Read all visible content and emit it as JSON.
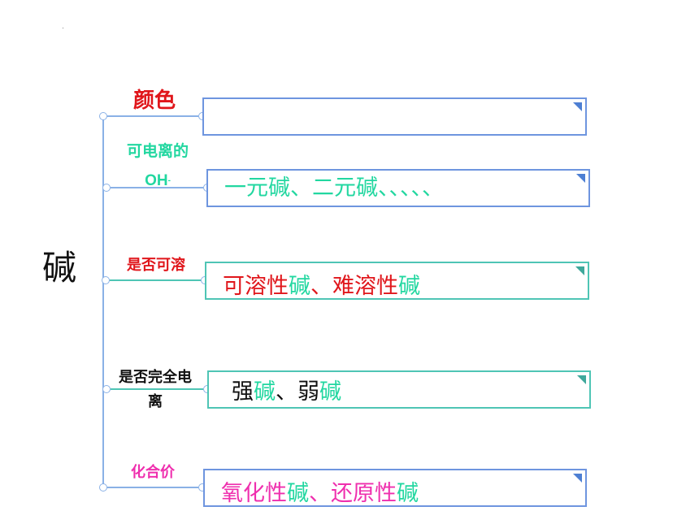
{
  "root": {
    "label": "碱"
  },
  "branches": [
    {
      "label": "颜色",
      "label_color": "#e0161b",
      "box_text": []
    },
    {
      "label_lines": [
        "可电离的",
        "OH"
      ],
      "label_sup": "-",
      "label_color": "#22d7a0",
      "box_text": [
        {
          "text": "一元碱、二元碱、、、、、",
          "color": "#22d7a0"
        }
      ]
    },
    {
      "label": "是否可溶",
      "label_color": "#e0161b",
      "box_text": [
        {
          "text": "可溶性",
          "color": "#e0161b"
        },
        {
          "text": "碱",
          "color": "#22d7a0"
        },
        {
          "text": "、难溶性",
          "color": "#e0161b"
        },
        {
          "text": "碱",
          "color": "#22d7a0"
        }
      ]
    },
    {
      "label_lines": [
        "是否完全电",
        "离"
      ],
      "label_color": "#111111",
      "box_text": [
        {
          "text": "强",
          "color": "#111111"
        },
        {
          "text": "碱",
          "color": "#22d7a0"
        },
        {
          "text": "、弱",
          "color": "#111111"
        },
        {
          "text": "碱",
          "color": "#22d7a0"
        }
      ]
    },
    {
      "label": "化合价",
      "label_color": "#ef2fae",
      "box_text": [
        {
          "text": "氧化性",
          "color": "#ef2fae"
        },
        {
          "text": "碱",
          "color": "#22d7a0"
        },
        {
          "text": "、还原性",
          "color": "#ef2fae"
        },
        {
          "text": "碱",
          "color": "#22d7a0"
        }
      ]
    }
  ],
  "colors": {
    "line_blue": "#8ab1e6",
    "box_blue": "#6e95df",
    "box_teal": "#4fc5b5",
    "corner": "#4d7fd3"
  }
}
